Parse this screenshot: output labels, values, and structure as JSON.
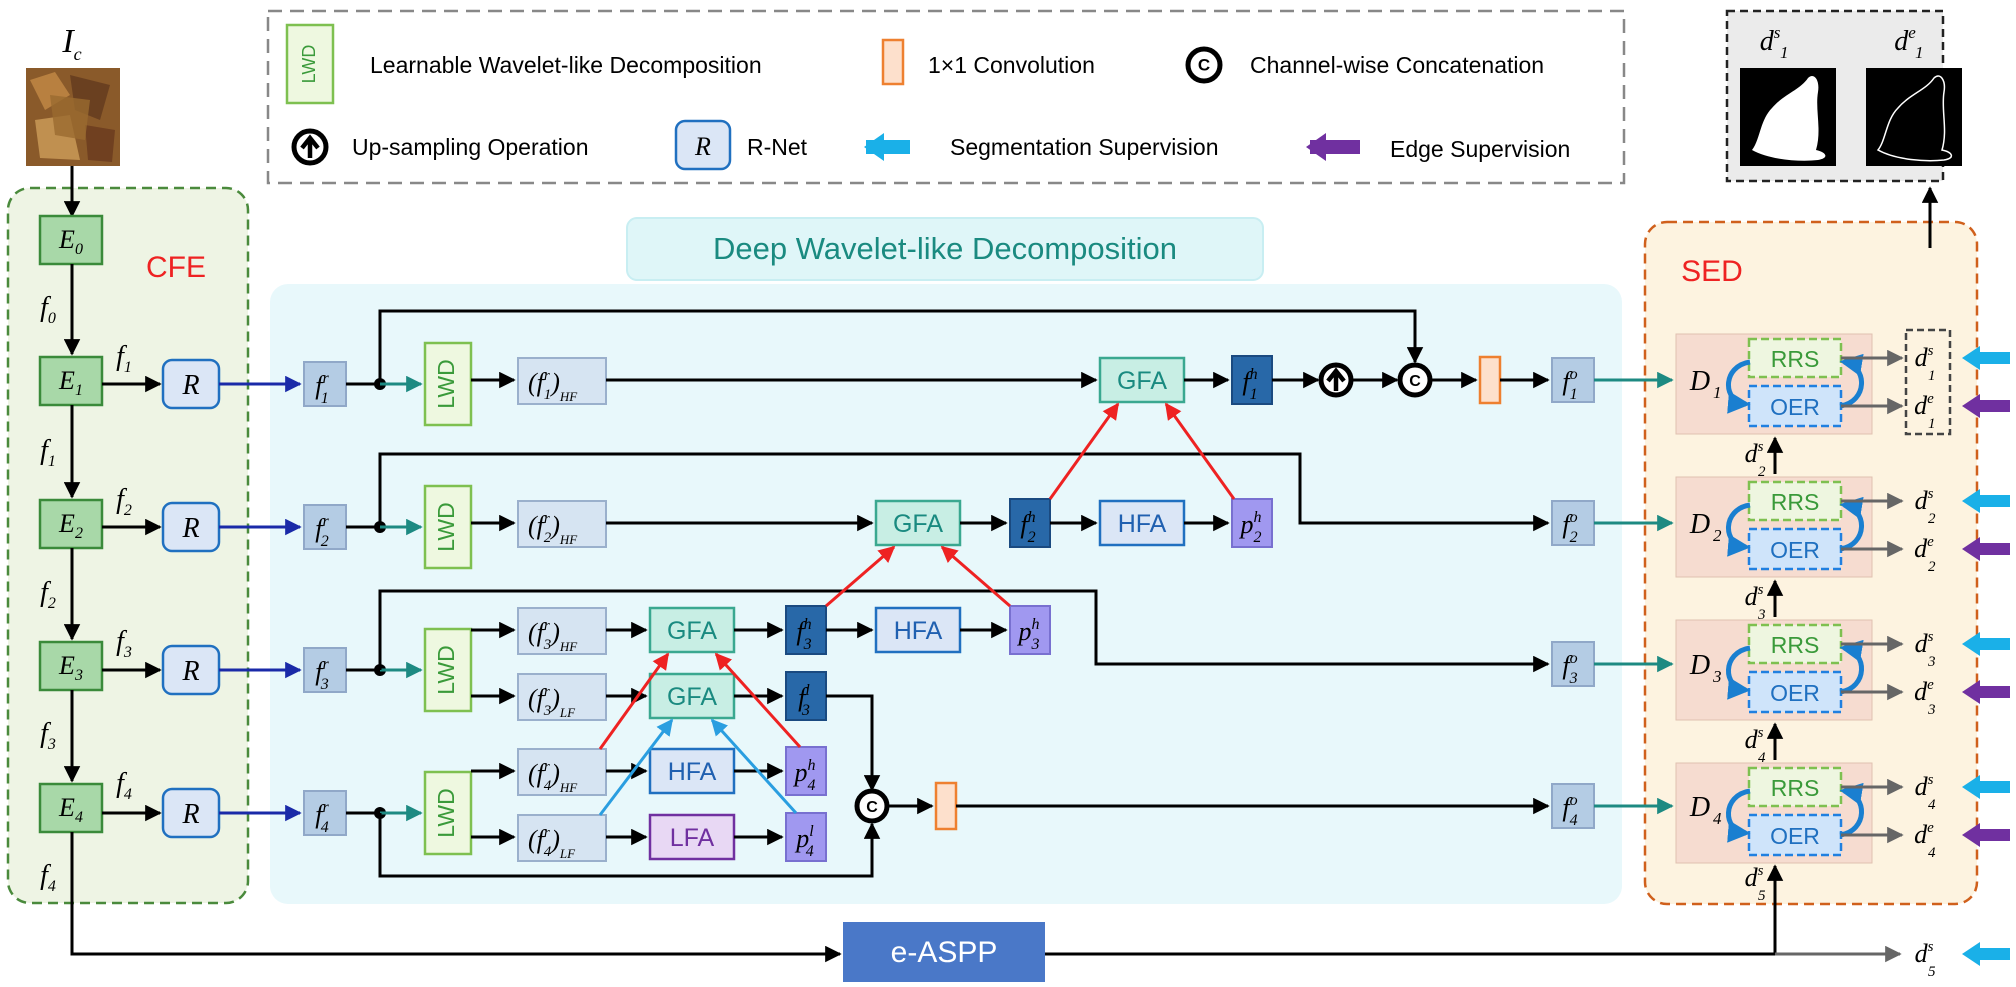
{
  "input": {
    "label": "I",
    "sub": "c"
  },
  "legend": {
    "lwd_icon": "LWD",
    "lwd": "Learnable Wavelet-like Decomposition",
    "conv": "1×1 Convolution",
    "concat_icon": "C",
    "concat": "Channel-wise Concatenation",
    "upsample": "Up-sampling Operation",
    "rnet_icon": "R",
    "rnet": "R-Net",
    "seg": "Segmentation Supervision",
    "edge": "Edge Supervision"
  },
  "sections": {
    "cfe": "CFE",
    "dwd": "Deep Wavelet-like Decomposition",
    "sed": "SED"
  },
  "encoder": [
    "E",
    "E",
    "E",
    "E",
    "E"
  ],
  "encoder_subs": [
    "0",
    "1",
    "2",
    "3",
    "4"
  ],
  "feature_labels": {
    "f": "f",
    "subs": [
      "0",
      "1",
      "2",
      "3",
      "4",
      "4"
    ]
  },
  "rnet_label": "R",
  "lwd_label": "LWD",
  "hf_sub": "HF",
  "lf_sub": "LF",
  "modules": {
    "gfa": "GFA",
    "hfa": "HFA",
    "lfa": "LFA",
    "easpp": "e-ASPP"
  },
  "concat_label": "C",
  "decoder": {
    "label": "D",
    "subs": [
      "1",
      "2",
      "3",
      "4"
    ],
    "rrs": "RRS",
    "oer": "OER"
  },
  "outputs": {
    "d": "d",
    "s": "s",
    "e": "e"
  },
  "colors": {
    "cfe_border": "#4a8a3c",
    "cfe_fill": "#eef4e4",
    "dwd_fill": "#e8f8fb",
    "sed_border": "#d0601c",
    "sed_fill": "#fdf3e0",
    "red_label": "#ee2222",
    "teal_text": "#1a8a80",
    "seg_arrow": "#1ab0e8",
    "edge_arrow": "#7030a0"
  }
}
